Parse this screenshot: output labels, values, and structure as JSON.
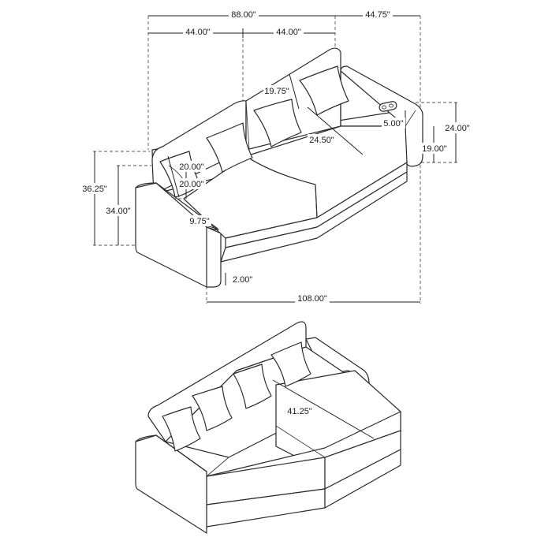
{
  "dimensions": {
    "overall_width": "88.00\"",
    "chaise_width": "44.75\"",
    "left_section_width": "44.00\"",
    "right_section_width": "44.00\"",
    "back_cushion_height": "19.75\"",
    "pillow_width": "20.00\"",
    "pillow_height": "20.00\"",
    "arm_height_side": "5.00\"",
    "seat_depth": "24.50\"",
    "arm_height": "24.00\"",
    "seat_height": "19.00\"",
    "total_height": "36.25\"",
    "back_height": "34.00\"",
    "arm_width": "9.75\"",
    "leg_height": "2.00\"",
    "total_depth": "108.00\"",
    "sleeper_length": "41.25\""
  }
}
